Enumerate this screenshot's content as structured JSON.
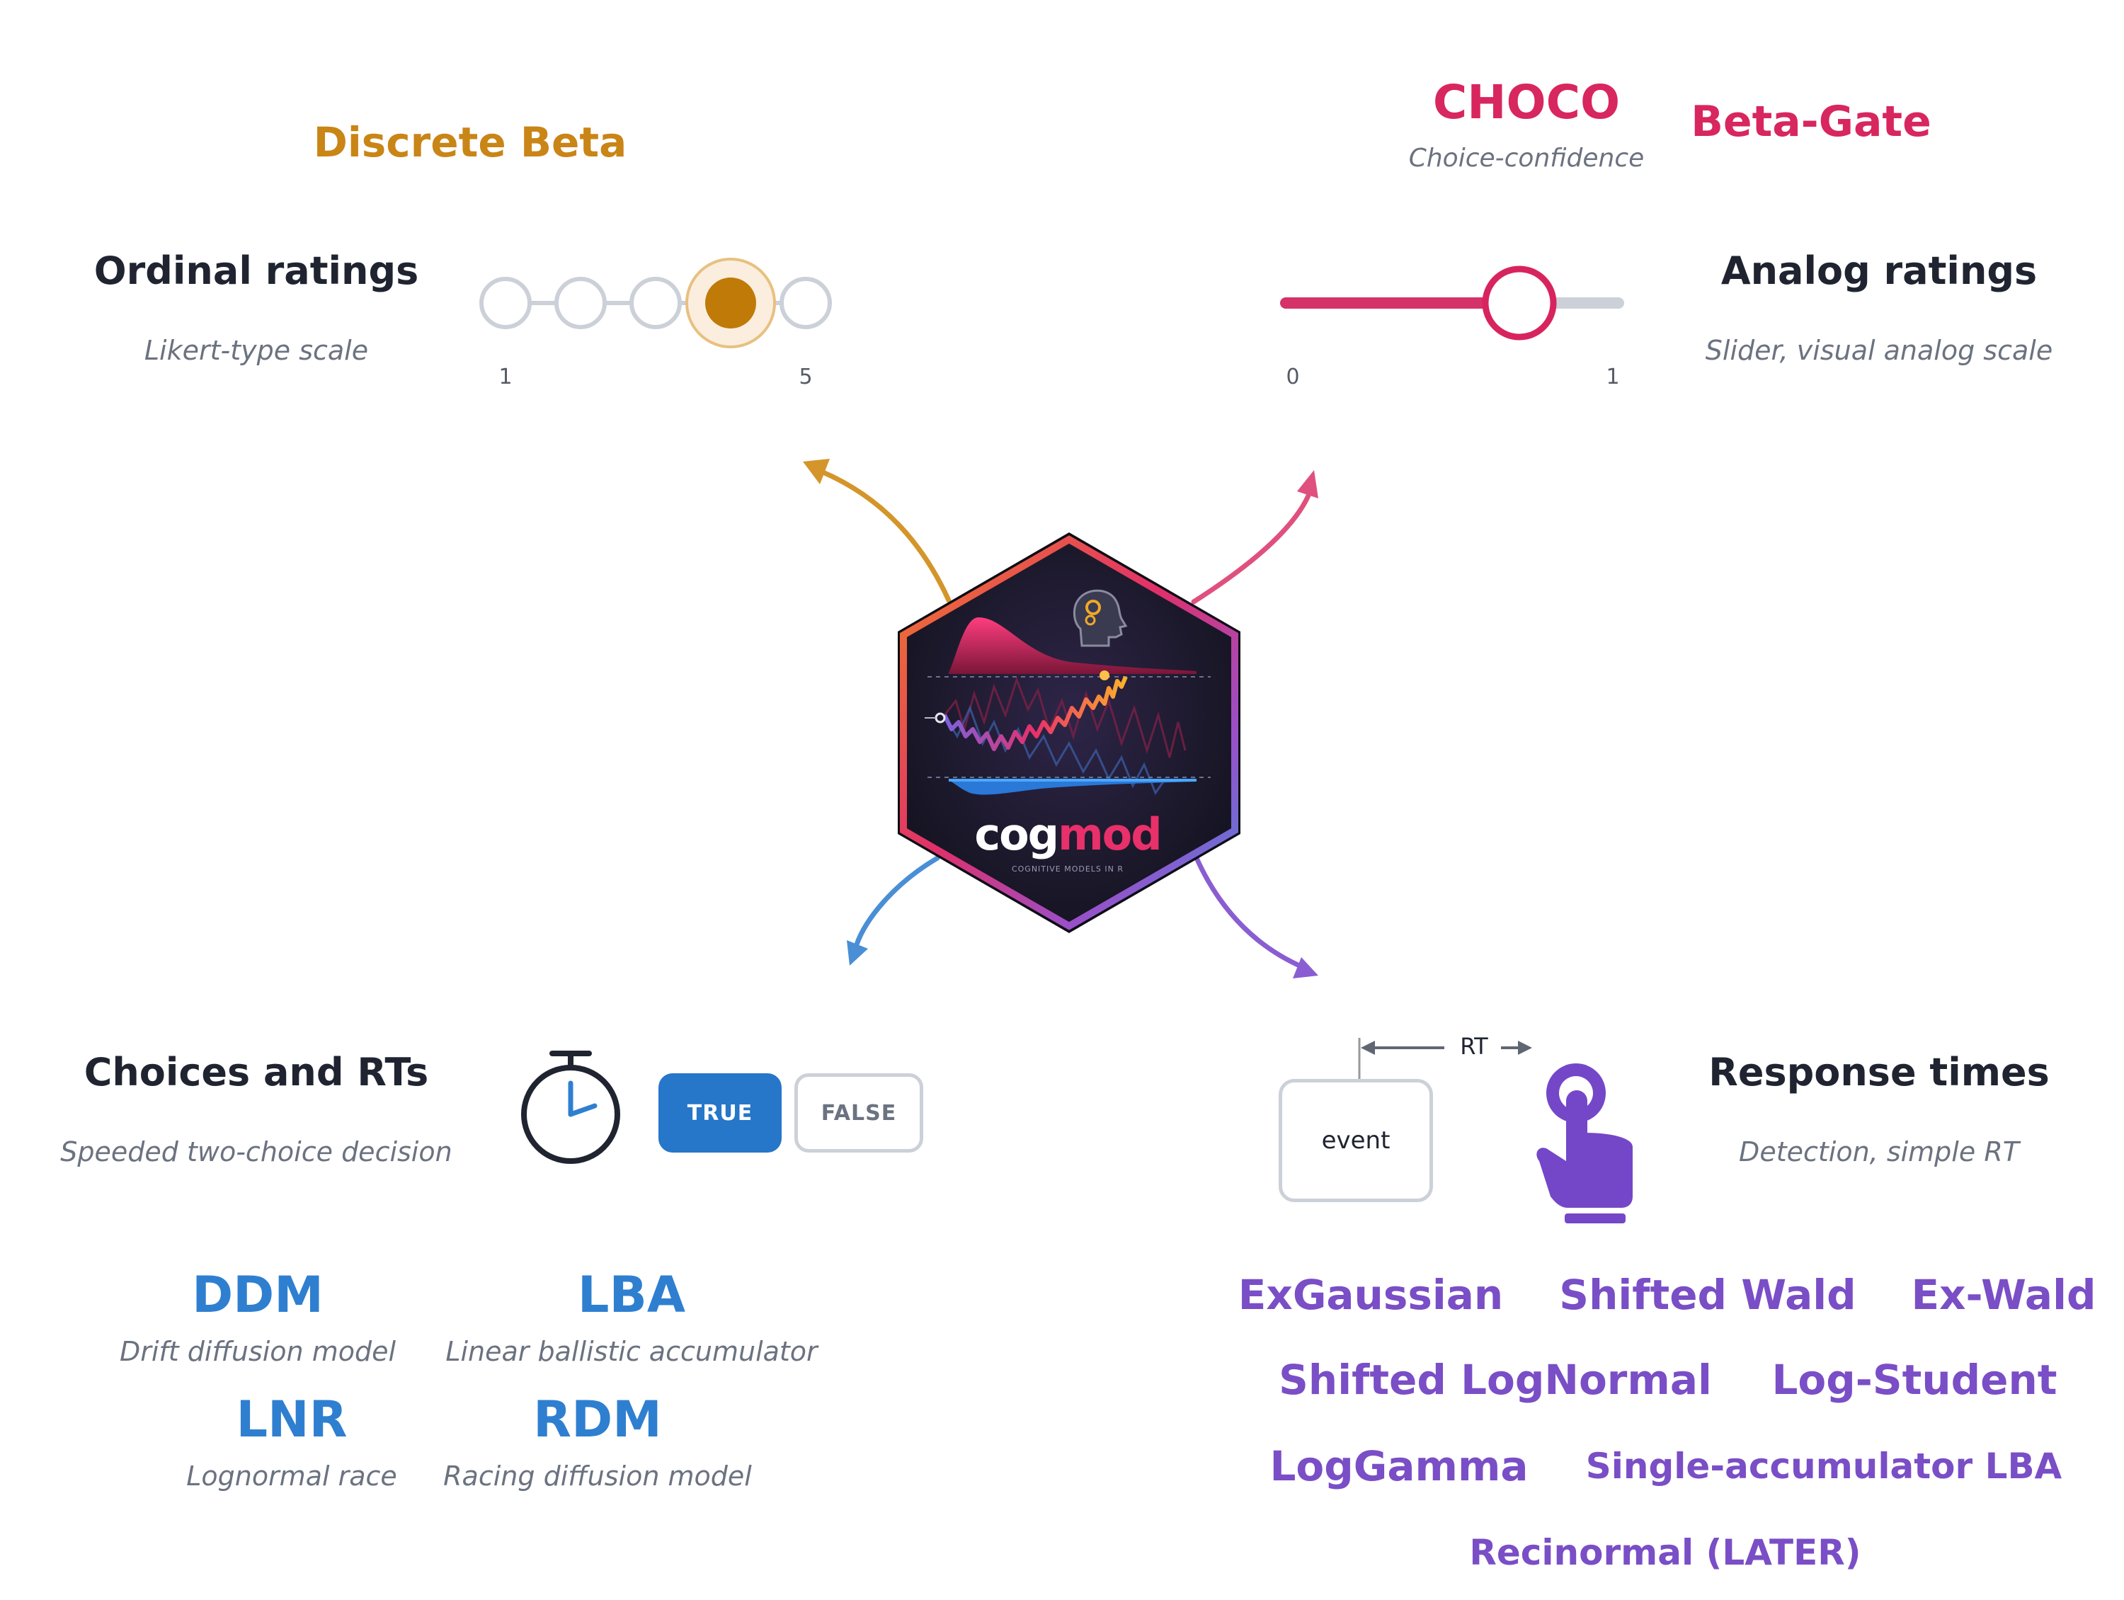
{
  "colors": {
    "ordinal": "#c98516",
    "analog": "#d8265f",
    "choices": "#2f7fd0",
    "rt": "#7a4ec6"
  },
  "ordinal": {
    "model": "Discrete Beta",
    "title": "Ordinal ratings",
    "subtitle": "Likert-type scale",
    "scale_min_label": "1",
    "scale_max_label": "5",
    "selected_point": 4,
    "points": 5
  },
  "analog": {
    "model_1": "CHOCO",
    "model_1_desc": "Choice-confidence",
    "model_2": "Beta-Gate",
    "title": "Analog ratings",
    "subtitle": "Slider, visual analog scale",
    "scale_min_label": "0",
    "scale_max_label": "1",
    "slider_value": 0.7
  },
  "choices": {
    "title": "Choices and RTs",
    "subtitle": "Speeded two-choice decision",
    "true_label": "TRUE",
    "false_label": "FALSE",
    "models": [
      {
        "name": "DDM",
        "desc": "Drift diffusion model"
      },
      {
        "name": "LBA",
        "desc": "Linear ballistic accumulator"
      },
      {
        "name": "LNR",
        "desc": "Lognormal race"
      },
      {
        "name": "RDM",
        "desc": "Racing diffusion model"
      }
    ]
  },
  "rt": {
    "title": "Response times",
    "subtitle": "Detection, simple RT",
    "rt_label": "RT",
    "event_label": "event",
    "models": [
      "ExGaussian",
      "Shifted Wald",
      "Ex-Wald",
      "Shifted LogNormal",
      "Log-Student",
      "LogGamma",
      "Single-accumulator LBA",
      "Recinormal (LATER)"
    ]
  },
  "logo": {
    "name_part1": "cog",
    "name_part2": "mod",
    "tagline": "COGNITIVE MODELS IN R"
  },
  "icons": [
    "stopwatch-icon",
    "tap-hand-icon",
    "brain-gear-icon"
  ]
}
